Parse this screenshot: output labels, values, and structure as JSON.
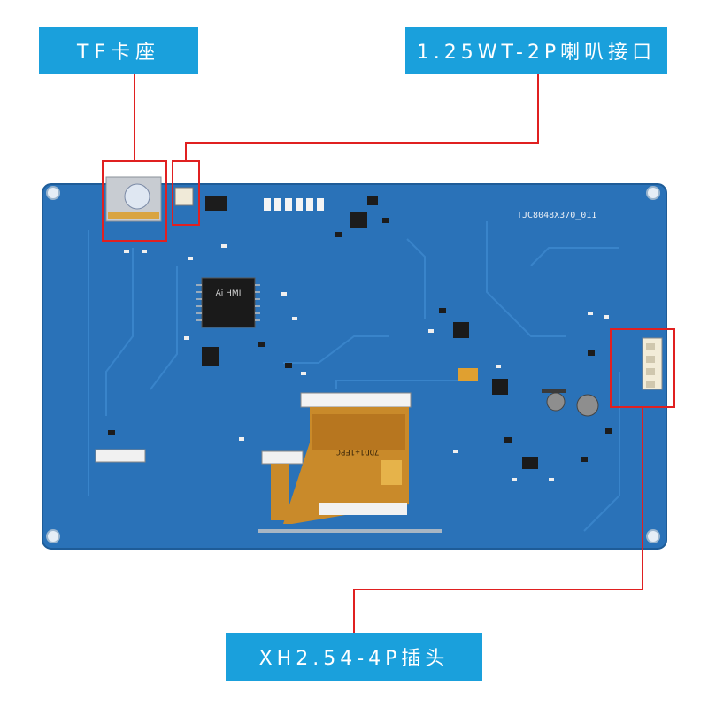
{
  "callouts": {
    "tf_card": "TF卡座",
    "speaker": "1.25WT-2P喇叭接口",
    "xh_header": "XH2.54-4P插头"
  },
  "board": {
    "model_text": "TJC8048X370_011",
    "chip_text": "Ai HMI",
    "fpc_text": "7DD1+1FPC"
  },
  "colors": {
    "label_bg": "#1aa0dc",
    "board": "#2a72b8",
    "highlight": "#e02020",
    "fpc": "#c98a2a"
  }
}
